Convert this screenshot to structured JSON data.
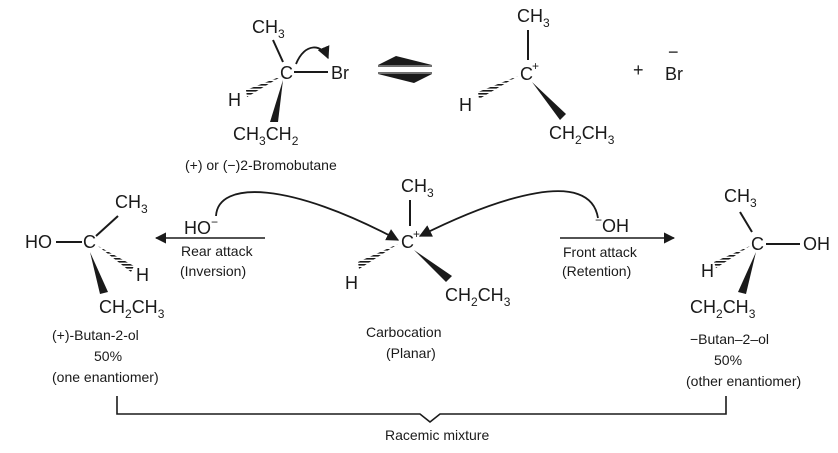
{
  "labels": {
    "reactant_name": "(+) or (−)2-Bromobutane",
    "rear_attack": "Rear attack",
    "inversion": "(Inversion)",
    "front_attack": "Front attack",
    "retention": "(Retention)",
    "carbocation": "Carbocation",
    "planar": "(Planar)",
    "left_product": "(+)-Butan-2-ol",
    "left_percent": "50%",
    "left_note": "(one enantiomer)",
    "right_product": "−Butan–2–ol",
    "right_percent": "50%",
    "right_note": "(other enantiomer)",
    "racemic": "Racemic mixture"
  },
  "atoms": {
    "methyl": "CH",
    "sub3": "3",
    "ethyl_a": "CH",
    "ethyl_b": "CH",
    "sub2": "2",
    "carbon": "C",
    "hydrogen": "H",
    "bromine": "Br",
    "hydroxyl": "OH",
    "hydroxyl_left": "HO",
    "plus": "+",
    "minus": "−",
    "plus_sign": "+"
  }
}
